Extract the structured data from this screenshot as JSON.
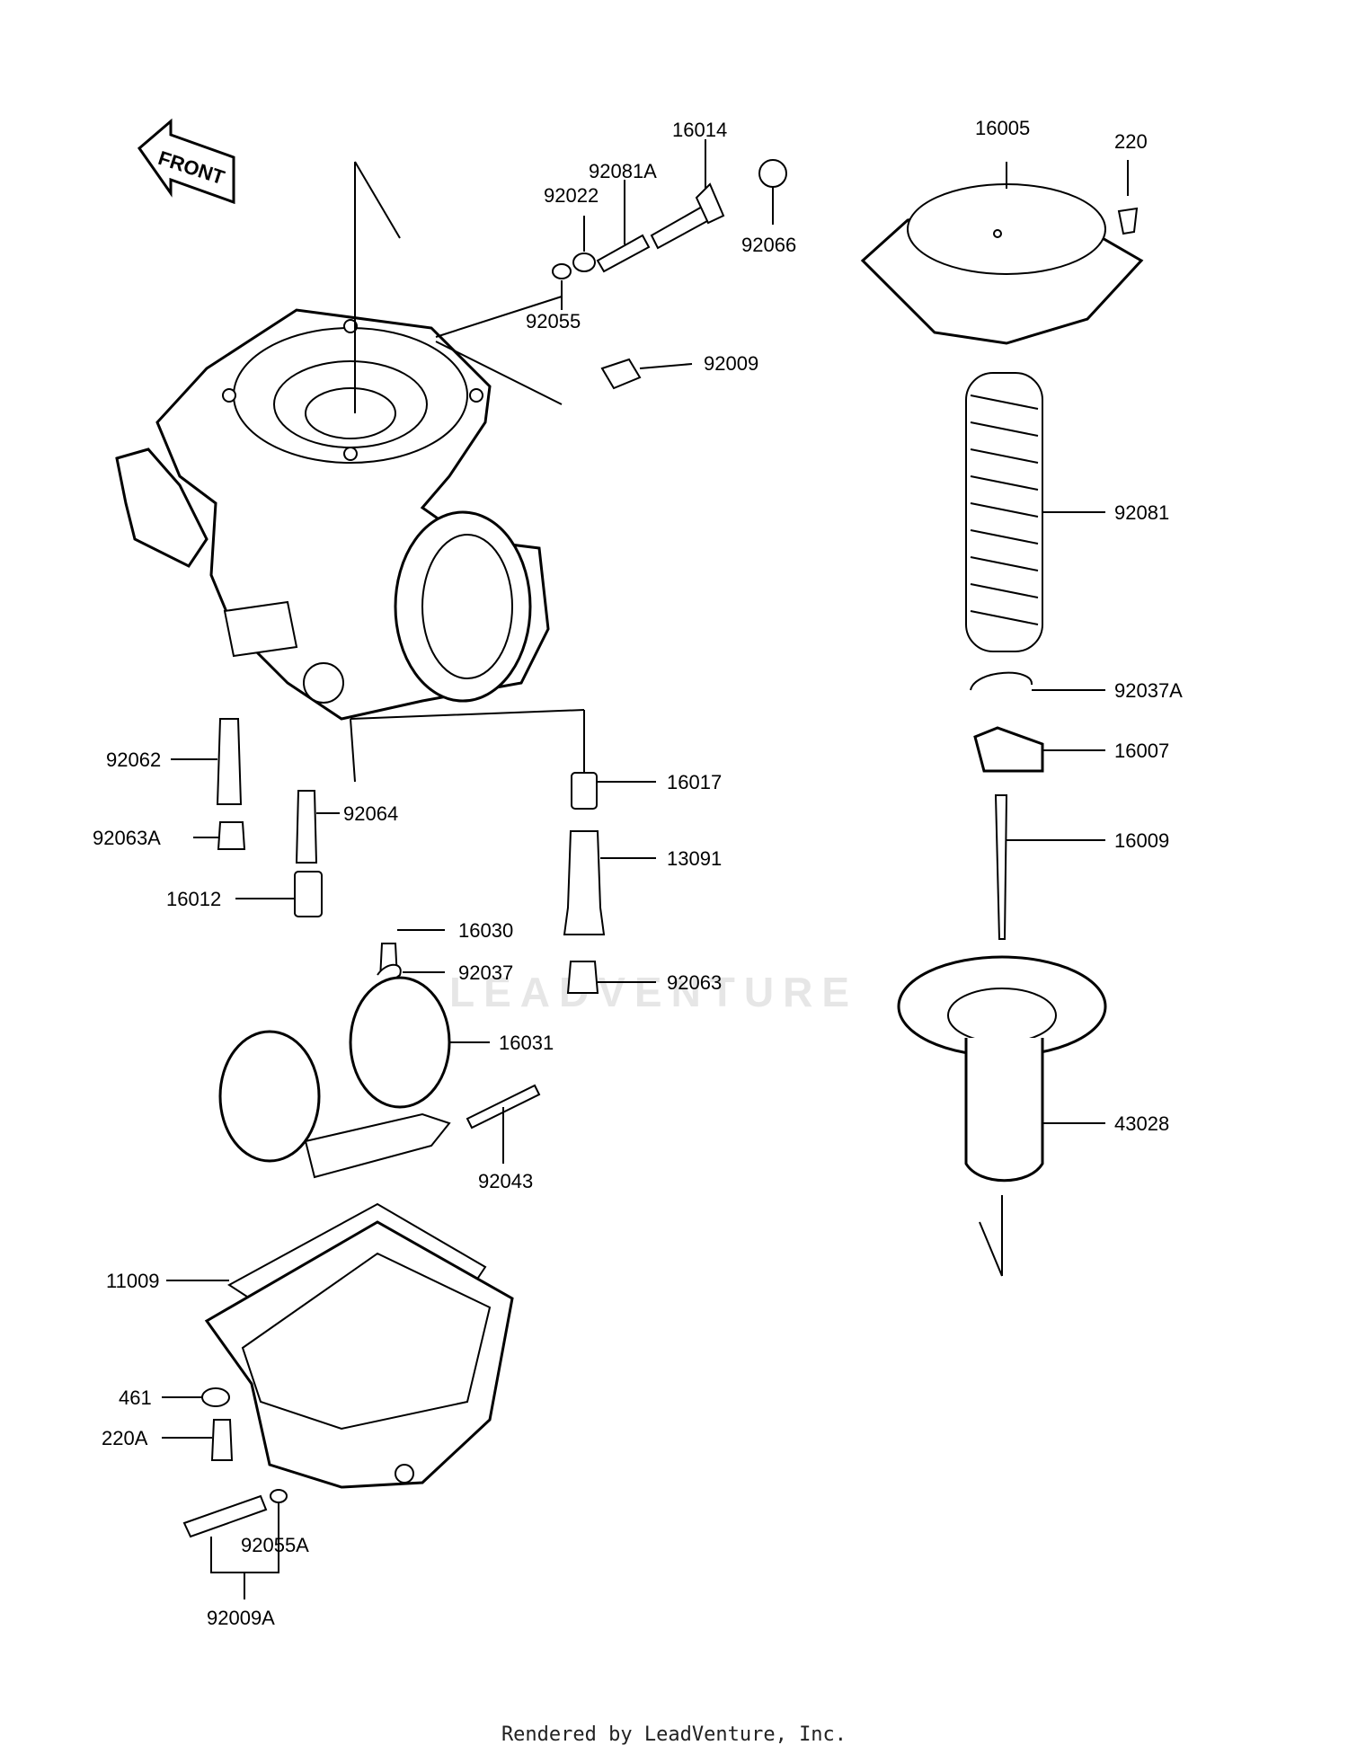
{
  "labels": {
    "front": "FRONT",
    "p16014": "16014",
    "p92081A": "92081A",
    "p92022": "92022",
    "p92066": "92066",
    "p92055": "92055",
    "p92009": "92009",
    "p16005": "16005",
    "p220": "220",
    "p92081": "92081",
    "p92037A": "92037A",
    "p16007": "16007",
    "p16009": "16009",
    "p43028": "43028",
    "p92062": "92062",
    "p92063A": "92063A",
    "p92064": "92064",
    "p16012": "16012",
    "p16017": "16017",
    "p13091": "13091",
    "p16030": "16030",
    "p92037": "92037",
    "p92063": "92063",
    "p16031": "16031",
    "p92043": "92043",
    "p11009": "11009",
    "p461": "461",
    "p220A": "220A",
    "p92055A": "92055A",
    "p92009A": "92009A"
  },
  "watermark": "LEADVENTURE",
  "footer": "Rendered by LeadVenture, Inc."
}
